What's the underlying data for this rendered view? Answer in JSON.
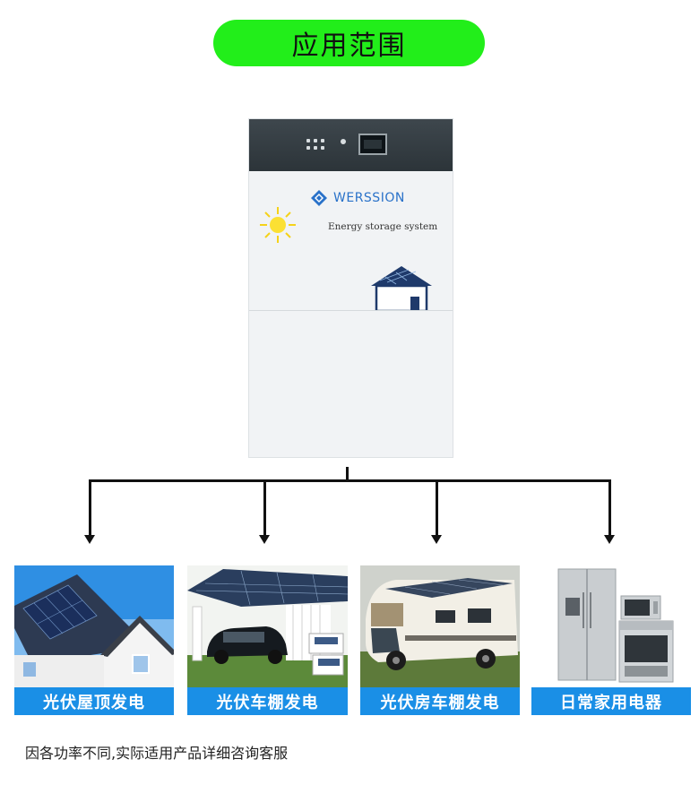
{
  "header": {
    "title": "应用范围"
  },
  "product": {
    "brand": "WERSSION",
    "subtitle": "Energy storage system"
  },
  "applications": [
    {
      "label": "光伏屋顶发电",
      "icon": "solar-roof-house"
    },
    {
      "label": "光伏车棚发电",
      "icon": "solar-carport"
    },
    {
      "label": "光伏房车棚发电",
      "icon": "solar-rv"
    },
    {
      "label": "日常家用电器",
      "icon": "home-appliances"
    }
  ],
  "footer": {
    "note": "因各功率不同,实际适用产品详细咨询客服"
  },
  "colors": {
    "pill": "#22ee1a",
    "label_bar": "#1a8fe6",
    "brand": "#2a72c9"
  }
}
